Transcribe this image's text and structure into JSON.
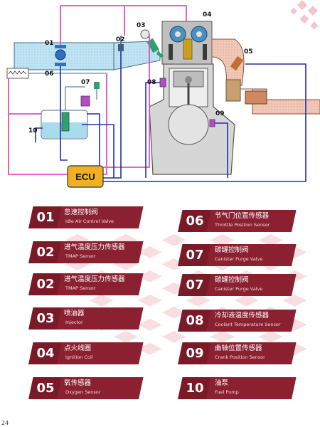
{
  "diagram": {
    "ecu_label": "ECU",
    "callouts": [
      "01",
      "02",
      "03",
      "04",
      "05",
      "06",
      "07",
      "08",
      "09",
      "10"
    ]
  },
  "colors": {
    "magenta_wire": "#e050c0",
    "blue_wire": "#2030a0",
    "legend_num_bg": "#7a1a28",
    "legend_label_bg": "#8b2030",
    "ecu_fill": "#f0b020",
    "check_red": "#f2c8cc"
  },
  "legend": {
    "left": [
      {
        "num": "01",
        "cn": "怠速控制阀",
        "en": "Idle Air Control Valve"
      },
      {
        "num": "02",
        "cn": "进气温度压力传感器",
        "en": "TMAP Sensor"
      },
      {
        "num": "02",
        "cn": "进气温度压力传感器",
        "en": "TMAP Sensor"
      },
      {
        "num": "03",
        "cn": "喷油器",
        "en": "Injector"
      },
      {
        "num": "04",
        "cn": "点火线圈",
        "en": "Ignition Coil"
      },
      {
        "num": "05",
        "cn": "氧传感器",
        "en": "Oxygen Sensor"
      }
    ],
    "right": [
      {
        "num": "06",
        "cn": "节气门位置传感器",
        "en": "Throttle Position Sensor"
      },
      {
        "num": "07",
        "cn": "碳罐控制阀",
        "en": "Canister Purge Valve"
      },
      {
        "num": "07",
        "cn": "碳罐控制阀",
        "en": "Canister Purge Valve"
      },
      {
        "num": "08",
        "cn": "冷却液温度传感器",
        "en": "Coolant Temperature Sensor"
      },
      {
        "num": "09",
        "cn": "曲轴位置传感器",
        "en": "Crank Position Sensor"
      },
      {
        "num": "10",
        "cn": "油泵",
        "en": "Fuel Pump"
      }
    ]
  },
  "page_number": "24"
}
